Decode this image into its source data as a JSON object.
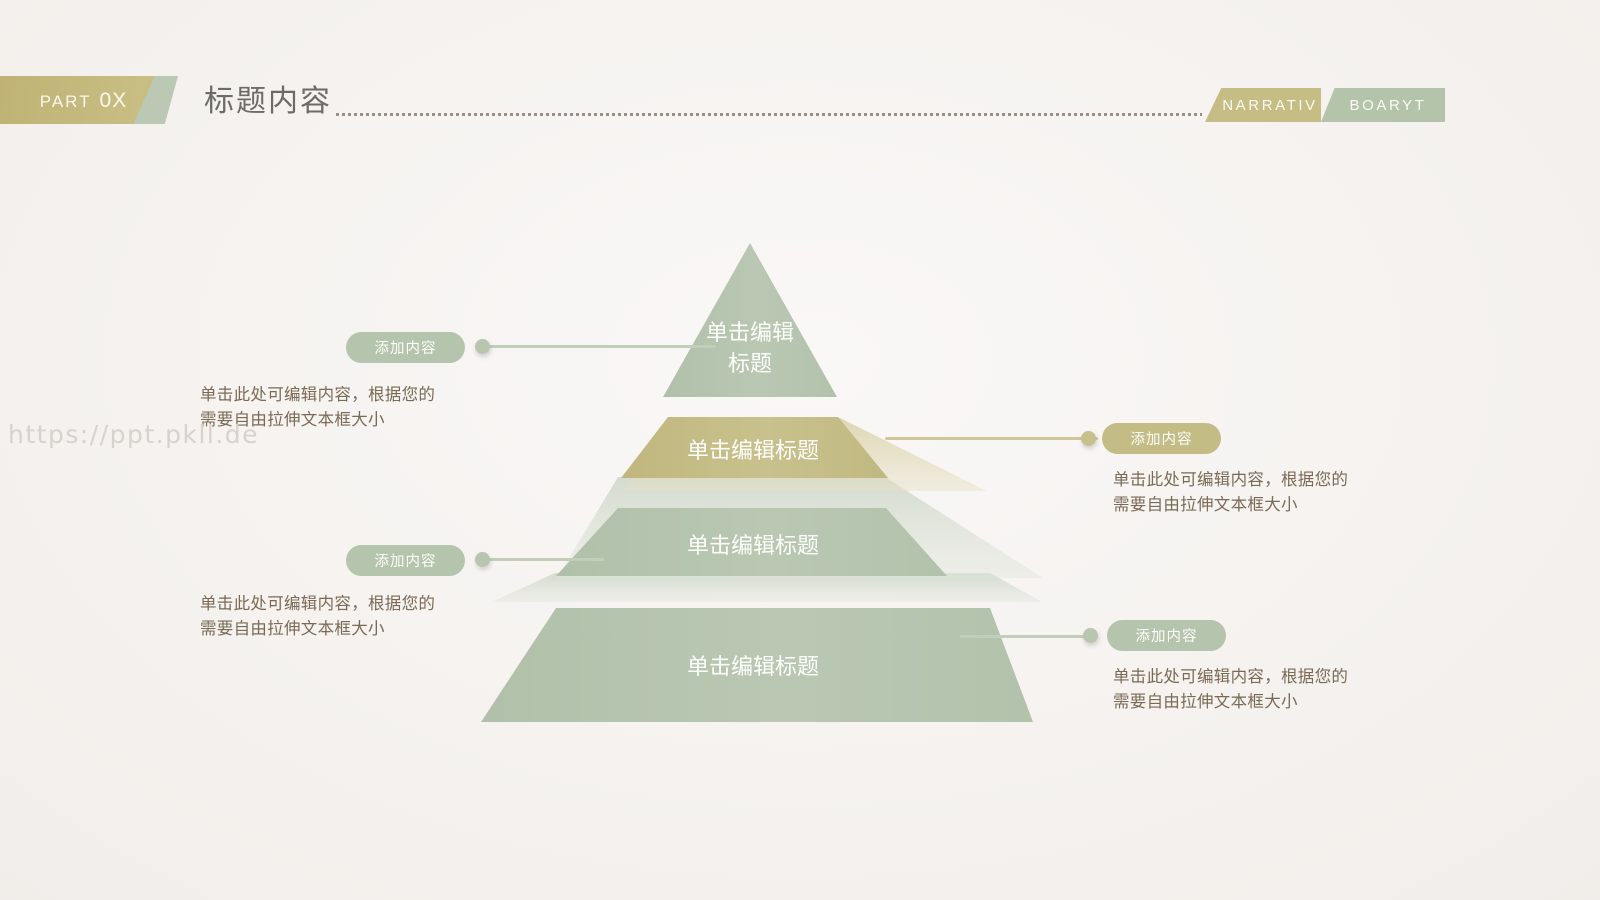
{
  "header": {
    "part_badge": {
      "label": "PART",
      "number": "0X"
    },
    "title": "标题内容",
    "tags": [
      {
        "label": "NARRATIV",
        "color": "#c6bd84"
      },
      {
        "label": "BOARYT",
        "color": "#b4c4ab"
      }
    ]
  },
  "watermark": "https://ppt.pkll.de",
  "colors": {
    "background": "#f5f2f0",
    "sage": "#b7c6b0",
    "gold": "#c4bc86",
    "text_brown": "#7a6a55",
    "title_gray": "#6c6b68",
    "pill_text": "#fdfdfa"
  },
  "pyramid": {
    "tiers": [
      {
        "id": "tier-1",
        "label": "单击编辑\n标题",
        "label_line1": "单击编辑",
        "label_line2": "标题",
        "color": "#b7c6b0",
        "shape": "triangle"
      },
      {
        "id": "tier-2",
        "label": "单击编辑标题",
        "color": "#c4bc86",
        "shape": "trapezoid"
      },
      {
        "id": "tier-3",
        "label": "单击编辑标题",
        "color": "#b7c6b0",
        "shape": "trapezoid"
      },
      {
        "id": "tier-4",
        "label": "单击编辑标题",
        "color": "#b7c6b0",
        "shape": "trapezoid"
      }
    ]
  },
  "callouts": [
    {
      "id": "callout-top-left",
      "side": "left",
      "pill": "添加内容",
      "pill_color": "green",
      "body": "单击此处可编辑内容，根据您的需要自由拉伸文本框大小"
    },
    {
      "id": "callout-mid-right",
      "side": "right",
      "pill": "添加内容",
      "pill_color": "gold",
      "body": "单击此处可编辑内容，根据您的需要自由拉伸文本框大小"
    },
    {
      "id": "callout-mid-left",
      "side": "left",
      "pill": "添加内容",
      "pill_color": "green",
      "body": "单击此处可编辑内容，根据您的需要自由拉伸文本框大小"
    },
    {
      "id": "callout-bottom-right",
      "side": "right",
      "pill": "添加内容",
      "pill_color": "green",
      "body": "单击此处可编辑内容，根据您的需要自由拉伸文本框大小"
    }
  ]
}
